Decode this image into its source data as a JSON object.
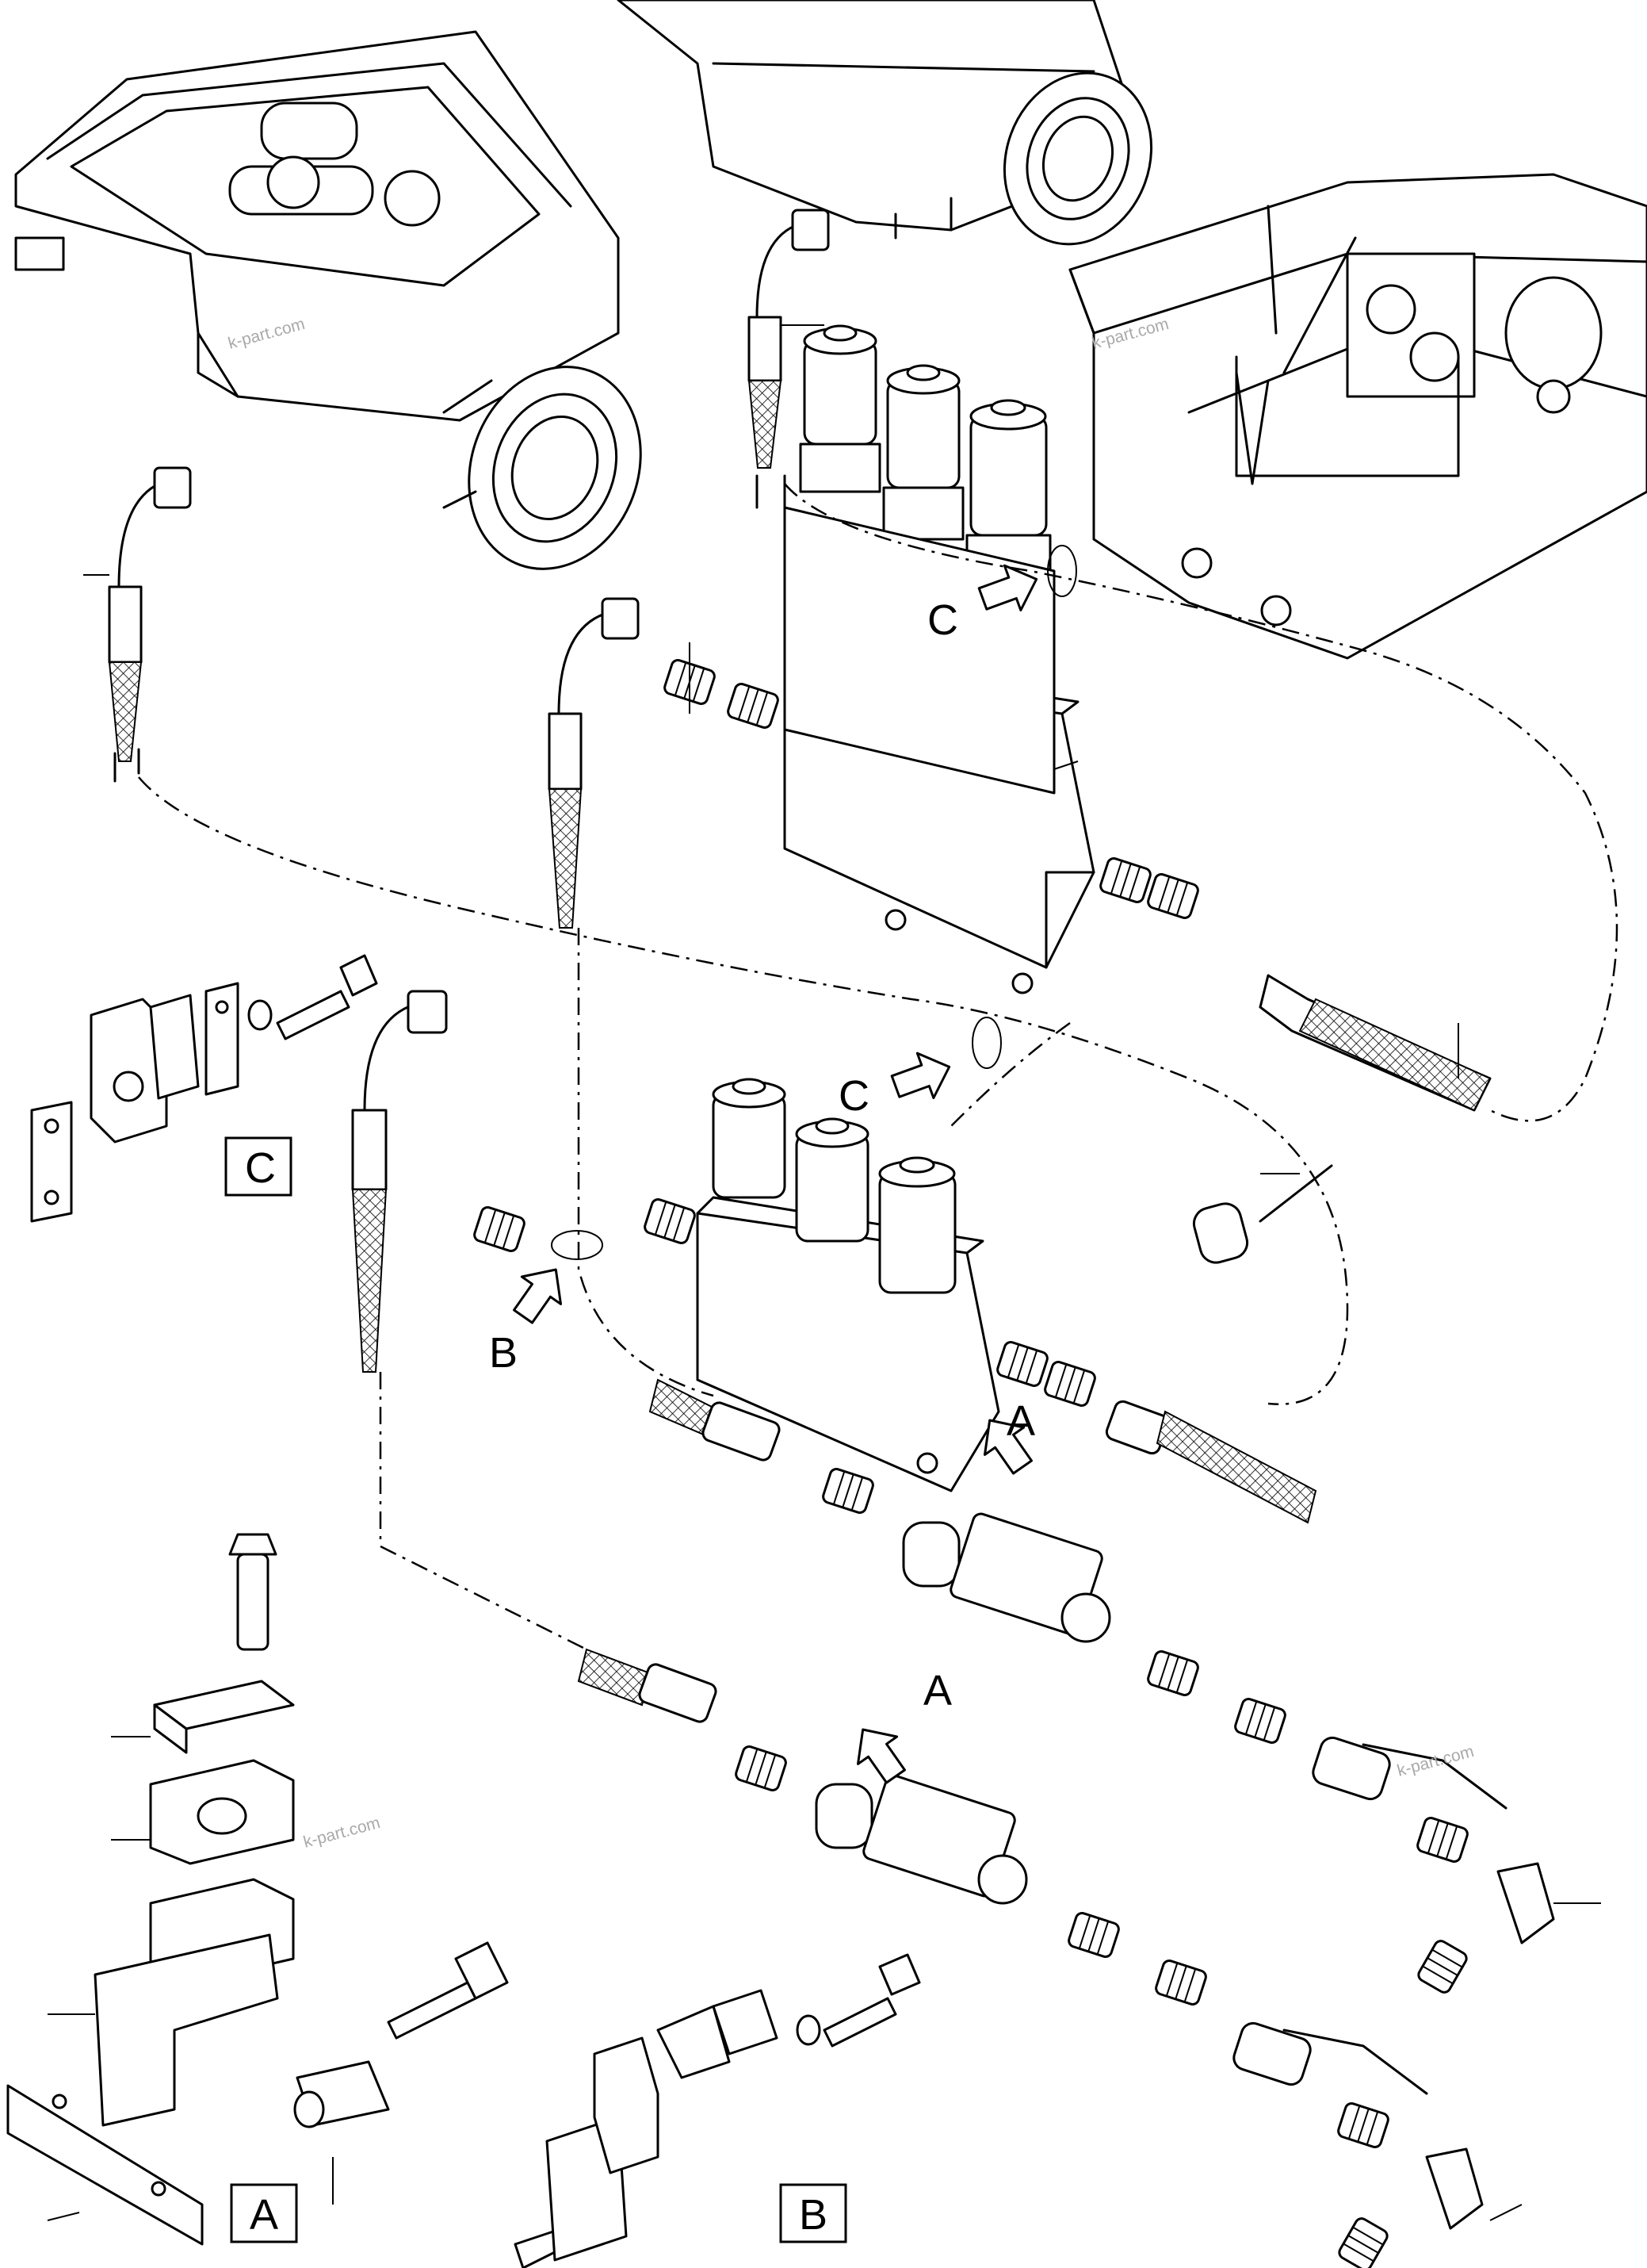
{
  "watermark": "k-part.com",
  "labels": {
    "view_a": "A",
    "view_b": "B",
    "view_c": "C",
    "arrow_a": "A",
    "arrow_b": "B",
    "arrow_c": "C"
  },
  "colors": {
    "line": "#000000",
    "background": "#ffffff",
    "watermark": "#a9a9a9"
  },
  "icons": [
    "arrow-icon",
    "hose-icon",
    "valve-icon",
    "bolt-icon",
    "clamp-icon"
  ]
}
